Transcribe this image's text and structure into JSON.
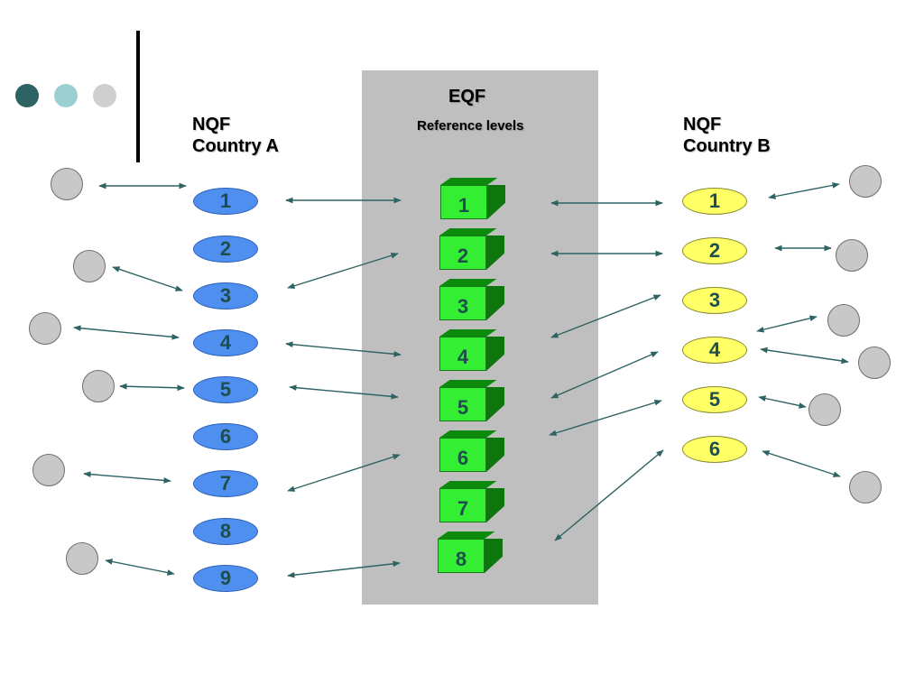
{
  "colors": {
    "dot_dark": "#2e6363",
    "dot_mid": "#9ccfd1",
    "dot_light": "#cfcfcf",
    "panel": "#bfbfbf",
    "country_a_oval": "#4f8ff0",
    "country_b_oval": "#ffff66",
    "cube_front": "#33ee33",
    "cube_side": "#0b6e0b",
    "arrow": "#2e6363",
    "circle": "#c8c8c8"
  },
  "headings": {
    "nqf_a_line1": "NQF",
    "nqf_a_line2": "Country A",
    "eqf_title": "EQF",
    "eqf_subtitle": "Reference levels",
    "nqf_b_line1": "NQF",
    "nqf_b_line2": "Country B"
  },
  "country_a": {
    "levels": [
      "1",
      "2",
      "3",
      "4",
      "5",
      "6",
      "7",
      "8",
      "9"
    ]
  },
  "eqf": {
    "levels": [
      "1",
      "2",
      "3",
      "4",
      "5",
      "6",
      "7",
      "8"
    ]
  },
  "country_b": {
    "levels": [
      "1",
      "2",
      "3",
      "4",
      "5",
      "6"
    ]
  },
  "mappings": {
    "country_a_to_eqf": [
      {
        "nqf": "1",
        "eqf": "1"
      },
      {
        "nqf": "3",
        "eqf": "2"
      },
      {
        "nqf": "4",
        "eqf": "4"
      },
      {
        "nqf": "5",
        "eqf": "5"
      },
      {
        "nqf": "7",
        "eqf": "6"
      },
      {
        "nqf": "9",
        "eqf": "8"
      }
    ],
    "eqf_to_country_b": [
      {
        "eqf": "1",
        "nqf": "1"
      },
      {
        "eqf": "2",
        "nqf": "2"
      },
      {
        "eqf": "4",
        "nqf": "3"
      },
      {
        "eqf": "5",
        "nqf": "4"
      },
      {
        "eqf": "6",
        "nqf": "5"
      },
      {
        "eqf": "8",
        "nqf": "6"
      }
    ],
    "country_a_external": [
      "1",
      "3",
      "4",
      "5",
      "7",
      "9"
    ],
    "country_b_external": [
      "1",
      "2",
      "4",
      "4",
      "5",
      "6"
    ]
  }
}
